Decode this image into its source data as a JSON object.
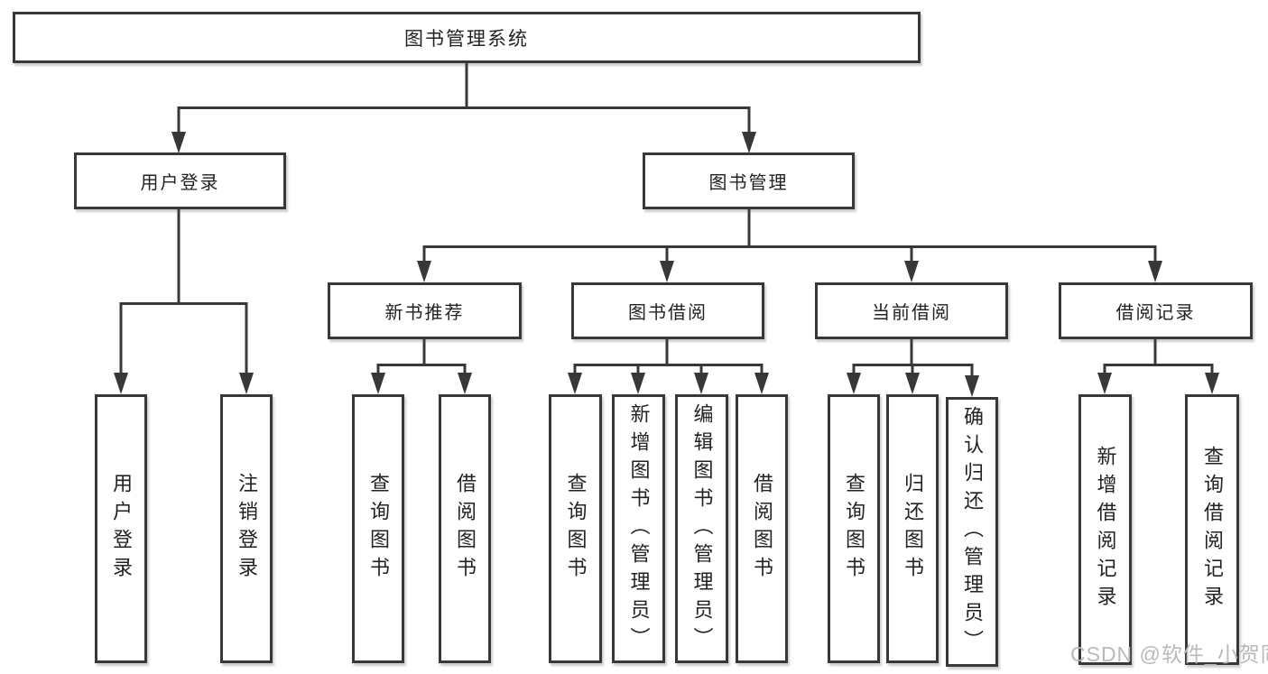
{
  "tree": {
    "label": "图书管理系统",
    "children": [
      {
        "label": "用户登录",
        "children": [
          {
            "label": "用户登录"
          },
          {
            "label": "注销登录"
          }
        ]
      },
      {
        "label": "图书管理",
        "children": [
          {
            "label": "新书推荐",
            "children": [
              {
                "label": "查询图书"
              },
              {
                "label": "借阅图书"
              }
            ]
          },
          {
            "label": "图书借阅",
            "children": [
              {
                "label": "查询图书"
              },
              {
                "label": "新增图书（管理员）"
              },
              {
                "label": "编辑图书（管理员）"
              },
              {
                "label": "借阅图书"
              }
            ]
          },
          {
            "label": "当前借阅",
            "children": [
              {
                "label": "查询图书"
              },
              {
                "label": "归还图书"
              },
              {
                "label": "确认归还（管理员）"
              }
            ]
          },
          {
            "label": "借阅记录",
            "children": [
              {
                "label": "新增借阅记录"
              },
              {
                "label": "查询借阅记录"
              }
            ]
          }
        ]
      }
    ]
  },
  "watermark": {
    "text": "CSDN @软件_小贺同学"
  },
  "colors": {
    "line": "#383838",
    "text": "#222222",
    "watermark": "#b9b9b9",
    "background": "#ffffff"
  }
}
